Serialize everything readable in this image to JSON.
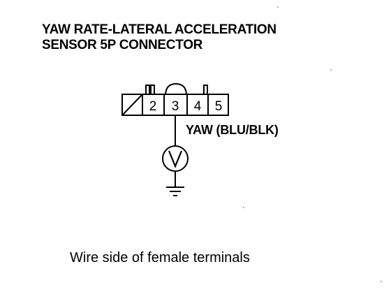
{
  "title_line1": "YAW RATE-LATERAL ACCELERATION",
  "title_line2": "SENSOR 5P CONNECTOR",
  "connector": {
    "pins": [
      "2",
      "3",
      "4",
      "5"
    ]
  },
  "wire_label": "YAW (BLU/BLK)",
  "caption": "Wire side of female terminals",
  "icons": {
    "voltmeter": "voltmeter-icon",
    "ground": "ground-icon"
  }
}
